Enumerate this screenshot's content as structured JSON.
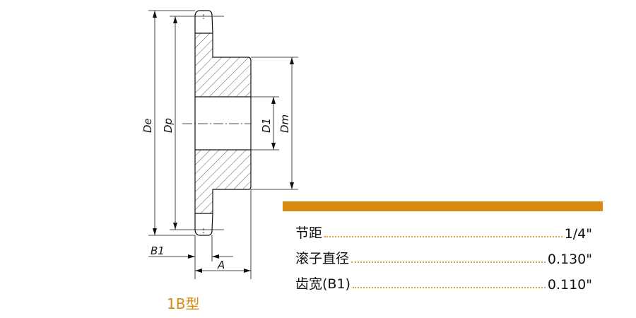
{
  "colors": {
    "accent": "#d98a10",
    "line": "#111111"
  },
  "drawing": {
    "dimensions": {
      "de": "De",
      "dp": "Dp",
      "d1": "D1",
      "dm": "Dm",
      "b1": "B1",
      "a": "A"
    },
    "type_label": "1B型"
  },
  "specs": [
    {
      "label": "节距",
      "value": "1/4\""
    },
    {
      "label": "滚子直径",
      "value": "0.130\""
    },
    {
      "label": "齿宽(B1)",
      "value": "0.110\""
    }
  ]
}
